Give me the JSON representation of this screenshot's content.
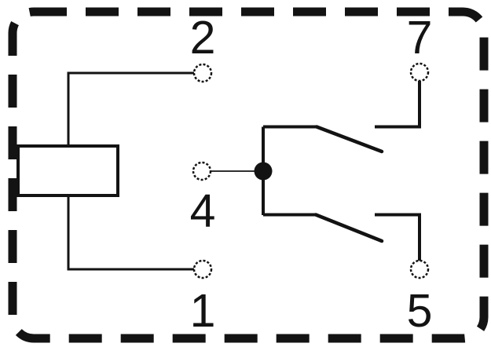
{
  "diagram": {
    "kind": "relay-contact-pinout-schematic",
    "colors": {
      "line": "#131313",
      "background": "#ffffff"
    },
    "pin_labels": {
      "coil_top": "2",
      "coil_bottom": "1",
      "common": "4",
      "contact_top": "7",
      "contact_bottom": "5"
    }
  }
}
